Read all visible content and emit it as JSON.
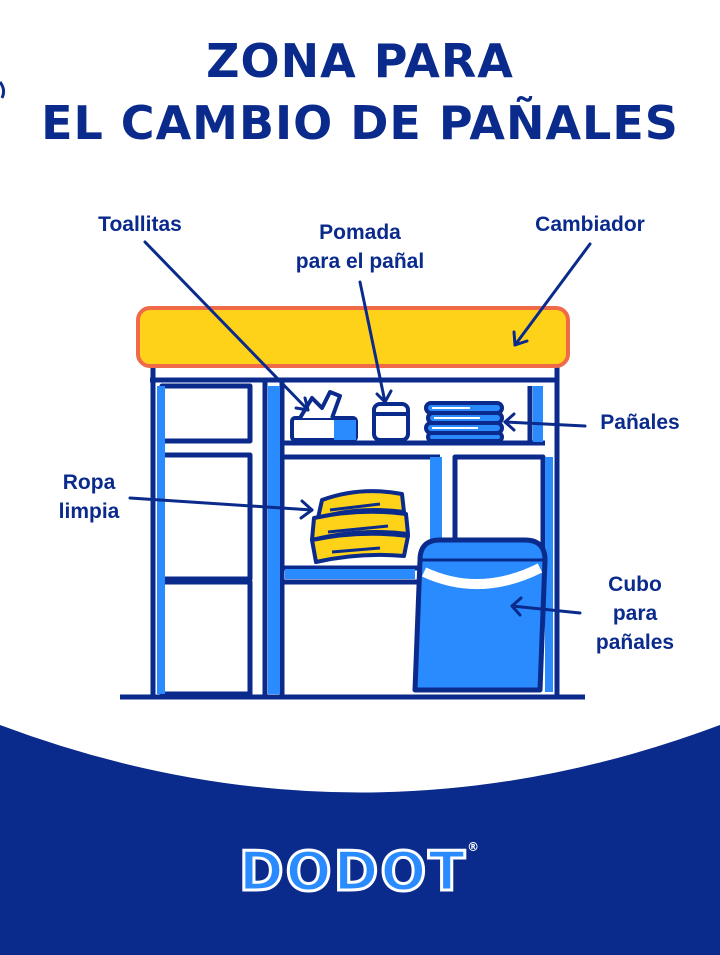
{
  "title": {
    "line1": "ZONA PARA",
    "line2": "EL CAMBIO DE PAÑALES"
  },
  "labels": {
    "toallitas": "Toallitas",
    "pomada_line1": "Pomada",
    "pomada_line2": "para el pañal",
    "cambiador": "Cambiador",
    "panales": "Pañales",
    "ropa_line1": "Ropa",
    "ropa_line2": "limpia",
    "cubo_line1": "Cubo",
    "cubo_line2": "para",
    "cubo_line3": "pañales"
  },
  "logo": {
    "text": "DODOT",
    "mark": "®"
  },
  "colors": {
    "navy": "#0a2a8c",
    "blue": "#2a8bff",
    "yellow": "#ffd21a",
    "pad_outline": "#f06a4a",
    "background": "#ffffff"
  }
}
